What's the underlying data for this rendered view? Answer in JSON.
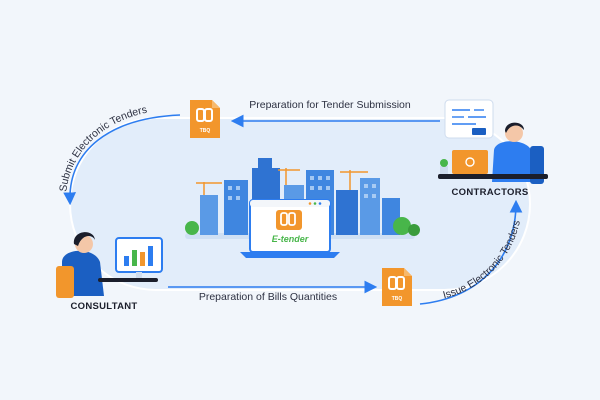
{
  "colors": {
    "accent_orange": "#f2962c",
    "flow_blue": "#2d7df0",
    "ring_fill": "#e2edfa",
    "brand_green": "#48b64a"
  },
  "labels": {
    "top_flow": "Preparation for Tender Submission",
    "bottom_flow": "Preparation of Bills Quantities",
    "left_curve": "Submit Electronic Tenders",
    "right_curve": "Issue Electronic Tenders",
    "contractors": "CONTRACTORS",
    "consultant": "CONSULTANT"
  },
  "doc_badge": "TBQ",
  "center_brand": "E-tender",
  "icons": {
    "document": "document-icon",
    "monitor": "laptop-icon",
    "city": "city-illustration-icon",
    "person": "person-icon",
    "chart": "bar-chart-icon",
    "plant": "plant-icon"
  }
}
